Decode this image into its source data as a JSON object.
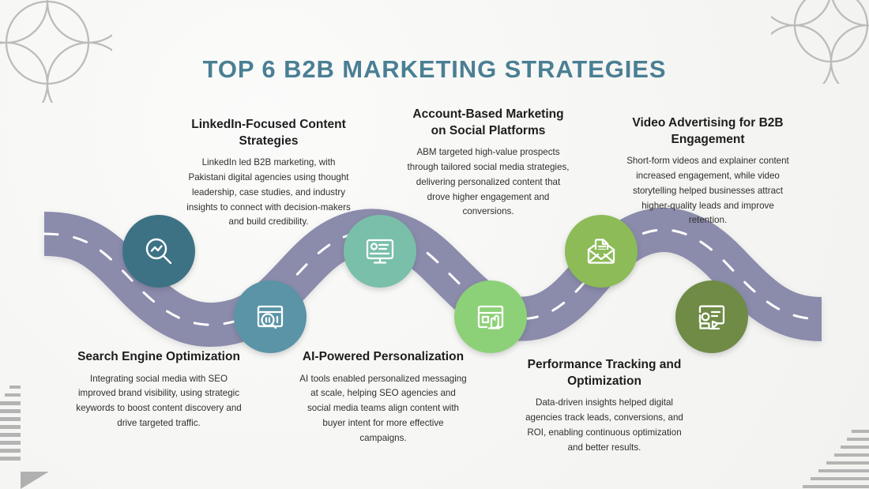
{
  "page": {
    "title": "TOP 6 B2B MARKETING STRATEGIES",
    "background_color": "#f5f5f3",
    "title_color": "#4a7f94",
    "road_color": "#8b8bac",
    "road_dash_color": "#ffffff",
    "decoration_color": "#bdbdbd"
  },
  "steps": [
    {
      "id": "step-1",
      "position": "top",
      "icon": "analytics-search-icon",
      "circle_color": "#3d7285",
      "heading": "LinkedIn-Focused Content Strategies",
      "body": "LinkedIn led B2B marketing, with Pakistani digital agencies using thought leadership, case studies, and industry insights to connect with decision-makers and build credibility."
    },
    {
      "id": "step-2",
      "position": "bottom",
      "icon": "browser-search-chart-icon",
      "circle_color": "#5a94a6",
      "heading": "Search Engine Optimization",
      "body": "Integrating social media with SEO improved brand visibility, using strategic keywords to boost content discovery and drive targeted traffic."
    },
    {
      "id": "step-3",
      "position": "top",
      "icon": "monitor-profile-icon",
      "circle_color": "#79bfa9",
      "heading": "Account-Based Marketing on Social Platforms",
      "body": "ABM targeted high-value prospects through tailored social media strategies, delivering personalized content that drove higher engagement and conversions."
    },
    {
      "id": "step-4",
      "position": "bottom",
      "icon": "browser-click-hand-icon",
      "circle_color": "#8cd177",
      "heading": "AI-Powered Personalization",
      "body": "AI tools enabled personalized messaging at scale, helping SEO agencies and social media teams align content with buyer intent for more effective campaigns."
    },
    {
      "id": "step-5",
      "position": "top",
      "icon": "envelope-document-icon",
      "circle_color": "#8cbb57",
      "heading": "Video Advertising for B2B Engagement",
      "body": "Short-form videos and explainer content increased engagement, while video storytelling helped businesses attract higher-quality leads and improve retention."
    },
    {
      "id": "step-6",
      "position": "bottom",
      "icon": "presentation-profile-icon",
      "circle_color": "#6f8b46",
      "heading": "Performance Tracking and Optimization",
      "body": "Data-driven insights helped digital agencies track leads, conversions, and ROI, enabling continuous optimization and better results."
    }
  ],
  "decorations": [
    {
      "name": "quatrefoil-lattice-top-left",
      "corner": "top-left"
    },
    {
      "name": "quatrefoil-lattice-top-right",
      "corner": "top-right"
    },
    {
      "name": "striped-triangle-bottom-left",
      "corner": "bottom-left"
    },
    {
      "name": "striped-triangle-bottom-right",
      "corner": "bottom-right"
    }
  ]
}
